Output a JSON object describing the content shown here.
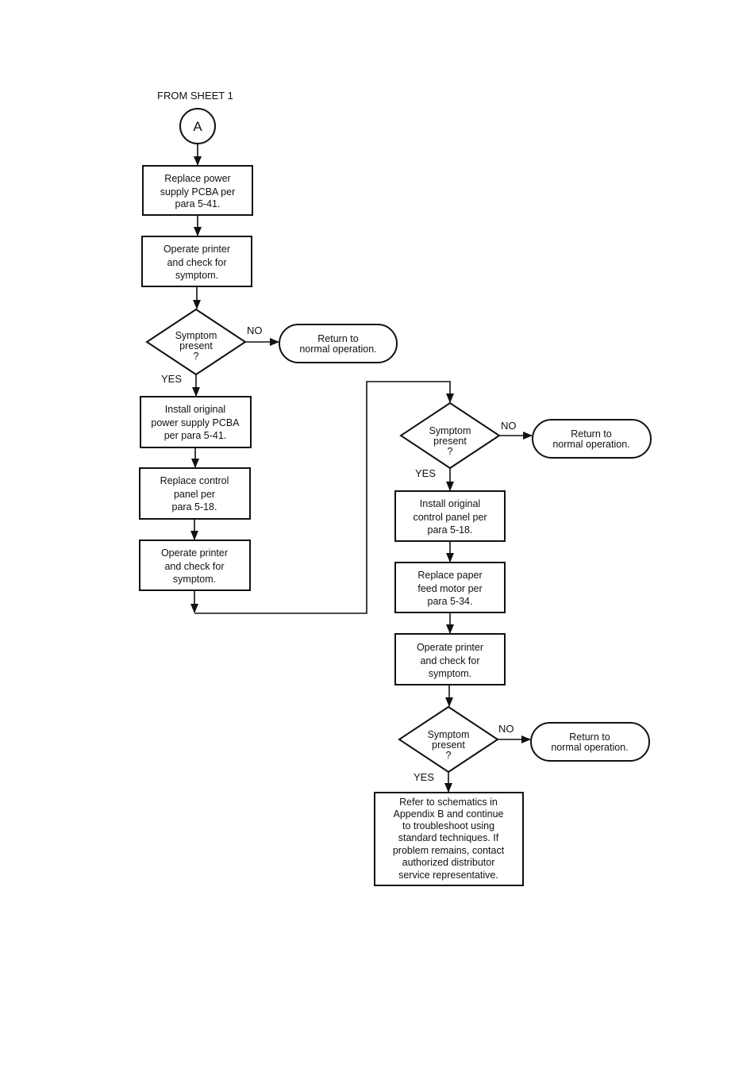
{
  "header": {
    "from_sheet": "FROM SHEET 1"
  },
  "connector": {
    "label": "A"
  },
  "col1": {
    "box1": [
      "Replace power",
      "supply PCBA per",
      "para 5-41."
    ],
    "box2": [
      "Operate printer",
      "and check for",
      "symptom."
    ],
    "decision": [
      "Symptom",
      "present",
      "?"
    ],
    "no_label": "NO",
    "yes_label": "YES",
    "return": [
      "Return to",
      "normal operation."
    ],
    "box3": [
      "Install original",
      "power supply PCBA",
      "per para 5-41."
    ],
    "box4": [
      "Replace control",
      "panel per",
      "para 5-18."
    ],
    "box5": [
      "Operate printer",
      "and check for",
      "symptom."
    ]
  },
  "col2": {
    "decision1": [
      "Symptom",
      "present",
      "?"
    ],
    "no1_label": "NO",
    "return1": [
      "Return to",
      "normal operation."
    ],
    "yes1_label": "YES",
    "box1": [
      "Install original",
      "control panel per",
      "para 5-18."
    ],
    "box2": [
      "Replace paper",
      "feed motor per",
      "para 5-34."
    ],
    "box3": [
      "Operate printer",
      "and check for",
      "symptom."
    ],
    "decision2": [
      "Symptom",
      "present",
      "?"
    ],
    "no2_label": "NO",
    "return2": [
      "Return to",
      "normal operation."
    ],
    "yes2_label": "YES",
    "final": [
      "Refer to schematics in",
      "Appendix B and continue",
      "to troubleshoot using",
      "standard techniques. If",
      "problem remains, contact",
      "authorized distributor",
      "service representative."
    ]
  }
}
